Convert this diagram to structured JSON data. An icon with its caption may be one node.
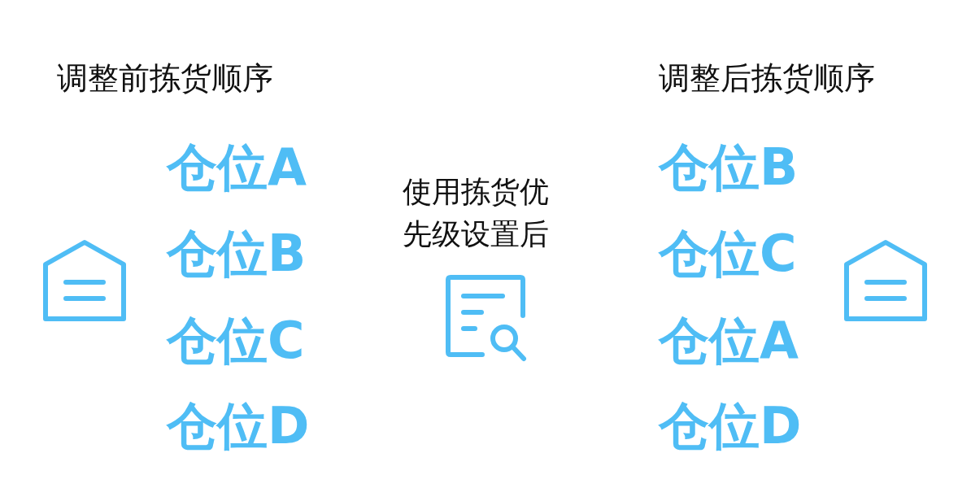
{
  "diagram": {
    "labels": [
      "调整前拣货顺序",
      "调整后拣货顺序",
      "仓位A",
      "仓位B",
      "仓位C",
      "仓位D",
      "使用拣货优先级设置后",
      "仓位B",
      "仓位C",
      "仓位A",
      "仓位D"
    ]
  }
}
